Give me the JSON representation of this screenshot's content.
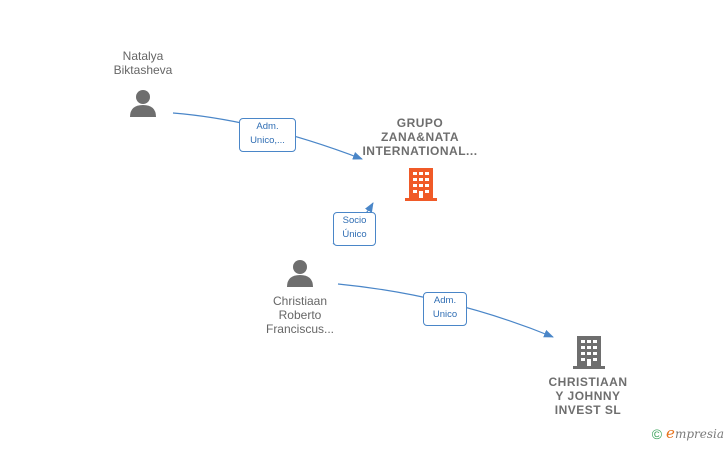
{
  "nodes": {
    "natalya": {
      "label": "Natalya\nBiktasheva"
    },
    "grupo": {
      "label": "GRUPO\nZANA&NATA\nINTERNATIONAL..."
    },
    "christiaan_person": {
      "label": "Christiaan\nRoberto\nFranciscus..."
    },
    "christiaan_company": {
      "label": "CHRISTIAAN\nY JOHNNY\nINVEST  SL"
    }
  },
  "edges": {
    "natalya_grupo": {
      "label": "Adm.\nUnico,..."
    },
    "christiaan_grupo": {
      "label": "Socio\nÚnico"
    },
    "christiaan_company": {
      "label": "Adm.\nUnico"
    }
  },
  "brand": {
    "copyright": "©",
    "logo_e": "e",
    "logo_rest": "mpresia"
  },
  "colors": {
    "edge": "#4a86c8",
    "highlight_company": "#f05a28",
    "company": "#6e6e6e",
    "person": "#6e6e6e"
  }
}
